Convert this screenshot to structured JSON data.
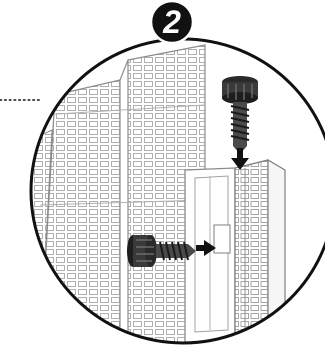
{
  "step": {
    "number": "2"
  },
  "icons": {
    "badge": "step-number-badge",
    "top_screw": "screw-icon",
    "side_screw": "screw-icon",
    "down_arrow": "arrow-down-icon",
    "right_arrow": "arrow-right-icon",
    "callout": "dotted-leader-line"
  },
  "colors": {
    "badge_fill": "#111111",
    "badge_text": "#ffffff",
    "circle_stroke": "#111111",
    "line_art": "#9a9a9a",
    "screw": "#2a2a2a",
    "arrow": "#111111"
  }
}
